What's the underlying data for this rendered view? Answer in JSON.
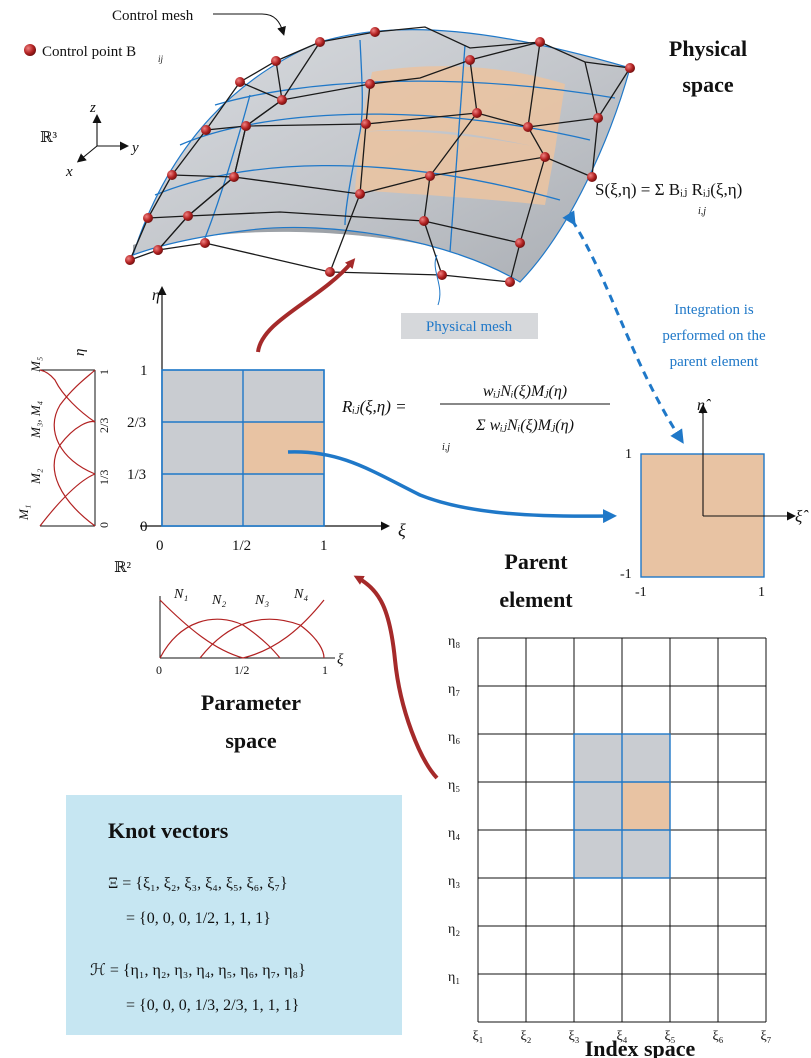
{
  "physical": {
    "control_mesh_label": "Control mesh",
    "control_point_label": "Control point B",
    "control_point_sub": "ij",
    "title_line1": "Physical",
    "title_line2": "space",
    "r3": "ℝ³",
    "axis_x": "x",
    "axis_y": "y",
    "axis_z": "z",
    "mapping_formula": "S(ξ,η) = Σ Bᵢⱼ Rᵢⱼ(ξ,η)",
    "mapping_sum_index": "i,j",
    "physical_mesh_label": "Physical mesh"
  },
  "integration_note": [
    "Integration is",
    "performed on the",
    "parent element"
  ],
  "basis_formula": {
    "lhs": "Rᵢⱼ(ξ,η) =",
    "numerator": "wᵢⱼNᵢ(ξ)Mⱼ(η)",
    "denominator": "Σ wᵢⱼNᵢ(ξ)Mⱼ(η)",
    "sum_index": "i,j"
  },
  "parameter": {
    "title_line1": "Parameter",
    "title_line2": "space",
    "r2": "ℝ²",
    "eta": "η",
    "xi": "ξ",
    "y_ticks": [
      "1",
      "2/3",
      "1/3",
      "0"
    ],
    "x_ticks": [
      "0",
      "1/2",
      "1"
    ],
    "n_labels": [
      "N₁",
      "N₂",
      "N₃",
      "N₄"
    ],
    "n_ticks": [
      "0",
      "1/2",
      "1"
    ],
    "m_labels": [
      "M₁",
      "M₂",
      "M₃, M₄",
      "M₅"
    ],
    "m_ticks": [
      "0",
      "1/3",
      "2/3",
      "1"
    ]
  },
  "parent": {
    "title_line1": "Parent",
    "title_line2": "element",
    "xi_hat": "ξ̂",
    "eta_hat": "η̂",
    "tick_pos": "1",
    "tick_neg": "-1"
  },
  "index": {
    "title": "Index space",
    "eta_labels": [
      "η₈",
      "η₇",
      "η₆",
      "η₅",
      "η₄",
      "η₃",
      "η₂",
      "η₁"
    ],
    "xi_labels": [
      "ξ₁",
      "ξ₂",
      "ξ₃",
      "ξ₄",
      "ξ₅",
      "ξ₆",
      "ξ₇"
    ]
  },
  "knots": {
    "title": "Knot vectors",
    "xi_vector": "Ξ = {ξ₁, ξ₂, ξ₃, ξ₄, ξ₅, ξ₆, ξ₇}",
    "xi_values": "= {0,  0,  0,  1/2,  1,  1,  1}",
    "eta_vector": "ℋ = {η₁, η₂, η₃, η₄, η₅, η₆, η₇, η₈}",
    "eta_values": "= {0,  0,  0,  1/3,  2/3,  1,  1,  1}"
  },
  "colors": {
    "mesh_fill": "#c9ccd1",
    "highlight": "#e8c3a3",
    "blue": "#1f78c8",
    "red": "#a52a2a",
    "knot_box": "#c6e6f2"
  }
}
